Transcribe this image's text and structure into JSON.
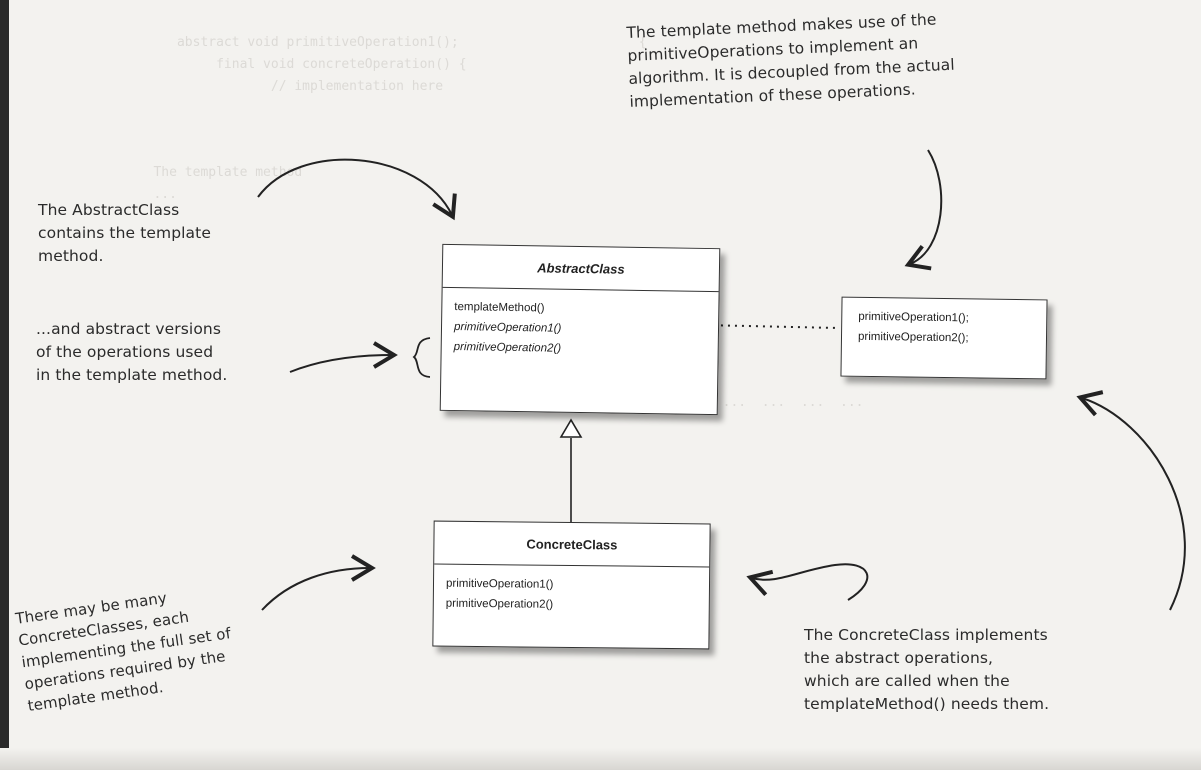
{
  "abstract_class": {
    "name": "AbstractClass",
    "operations": [
      "templateMethod()",
      "primitiveOperation1()",
      "primitiveOperation2()"
    ]
  },
  "operations_box": {
    "operations": [
      "primitiveOperation1();",
      "primitiveOperation2();"
    ]
  },
  "concrete_class": {
    "name": "ConcreteClass",
    "operations": [
      "primitiveOperation1()",
      "primitiveOperation2()"
    ]
  },
  "annotations": {
    "template_method": [
      "The template method makes use of the",
      "primitiveOperations to implement an",
      "algorithm.  It is decoupled from the actual",
      "implementation of these operations."
    ],
    "abstract_class": [
      "The AbstractClass",
      "contains the template",
      "method."
    ],
    "abstract_ops": [
      "...and abstract versions",
      "of the operations used",
      "in the template method."
    ],
    "many_concrete": [
      "There may be many",
      "ConcreteClasses, each",
      "implementing the full set of",
      "operations required by the",
      "template method."
    ],
    "concrete_impl": [
      "The ConcreteClass implements",
      "the abstract operations,",
      "which are called when the",
      "templateMethod() needs them."
    ]
  }
}
